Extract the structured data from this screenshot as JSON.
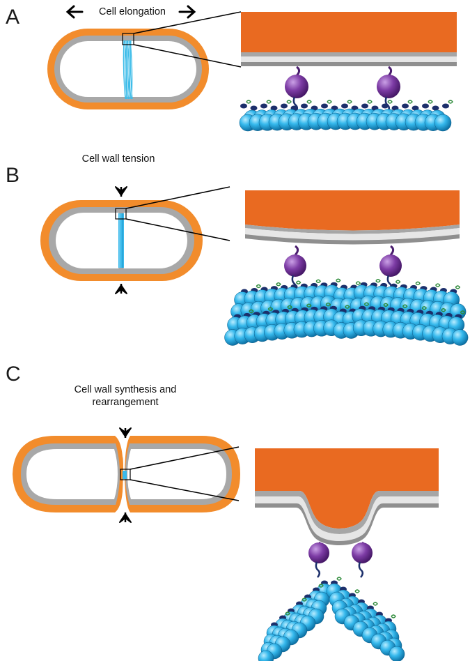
{
  "panels": [
    {
      "label": "A",
      "caption": "Cell elongation"
    },
    {
      "label": "B",
      "caption": "Cell wall tension"
    },
    {
      "label": "C",
      "caption_line1": "Cell wall synthesis and",
      "caption_line2": "rearrangement"
    }
  ],
  "icons": {
    "elongation_arrows": "double-horizontal-arrow",
    "pinch_arrows": "chevron-arrowhead",
    "motor_protein": "purple-sphere",
    "filament_subunit": "blue-sphere"
  },
  "colors": {
    "outer_wall": "#e96a21",
    "cell_outline_orange": "#f28c2c",
    "membrane_gray": "#a8a8a8",
    "membrane_light": "#dedede",
    "filament_blue": "#33b6ea",
    "motor_purple": "#7b3aa1",
    "linker_navy": "#1c2f6b",
    "accent_green": "#2e8b3a"
  }
}
